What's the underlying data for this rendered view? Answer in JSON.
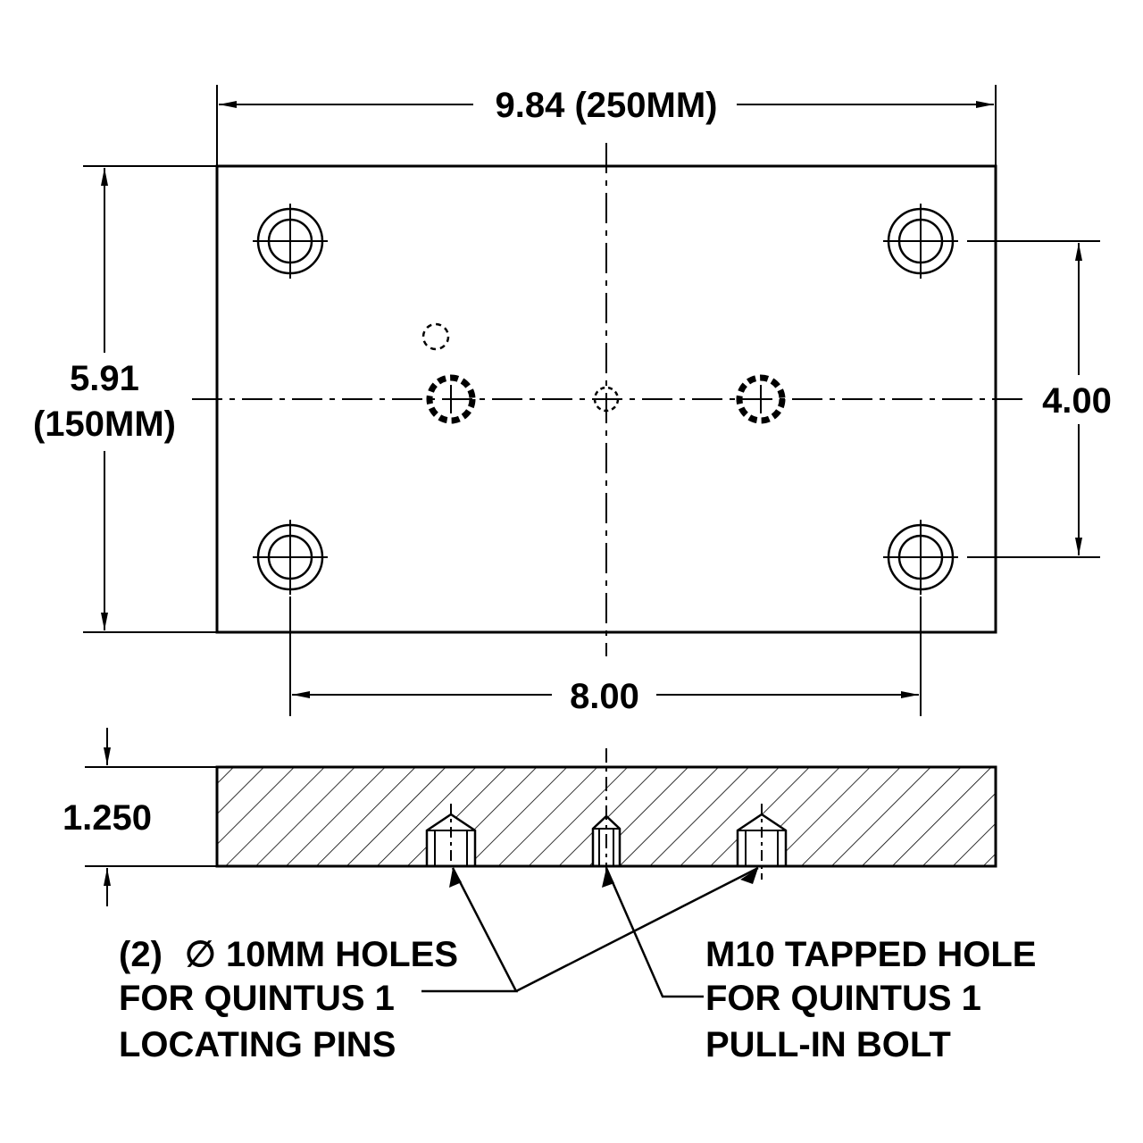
{
  "drawing": {
    "dims": {
      "overall_width": "9.84 (250MM)",
      "overall_height_in": "5.91",
      "overall_height_mm": "(150MM)",
      "hole_vertical_spacing": "4.00",
      "hole_horizontal_spacing": "8.00",
      "thickness": "1.250"
    },
    "notes": {
      "left_qty": "(2)",
      "left_dia_symbol": "∅",
      "left_line1_rest": "10MM HOLES",
      "left_line2": "FOR QUINTUS 1",
      "left_line3": "LOCATING PINS",
      "right_line1": "M10 TAPPED HOLE",
      "right_line2": "FOR QUINTUS 1",
      "right_line3": "PULL-IN BOLT"
    }
  }
}
